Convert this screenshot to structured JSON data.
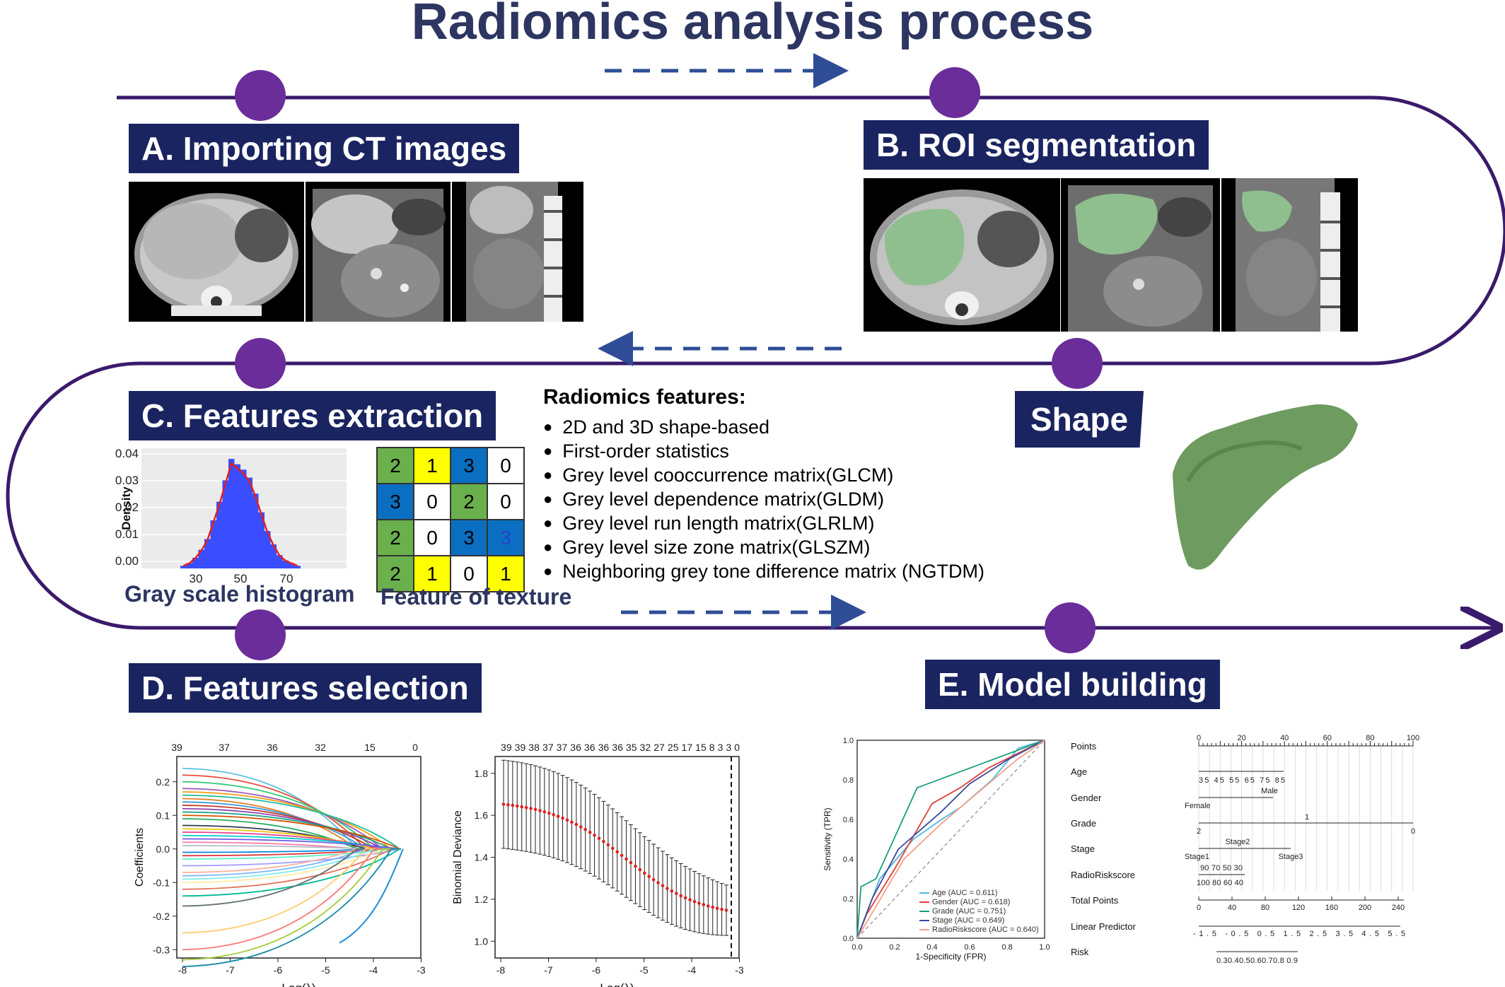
{
  "title": "Radiomics analysis process",
  "colors": {
    "navy": "#1a2460",
    "purple": "#6a2d9a",
    "line": "#3a1a6b",
    "arrow": "#2e4d96",
    "liver": "#8fbf8f",
    "liver3d": "#6e9b5f"
  },
  "steps": {
    "a": "A. Importing CT images",
    "b": "B. ROI segmentation",
    "c": "C. Features extraction",
    "d": "D. Features selection",
    "e": "E. Model building",
    "shape": "Shape"
  },
  "features": {
    "title": "Radiomics features:",
    "items": [
      "2D and 3D shape-based",
      "First-order statistics",
      "Grey level cooccurrence matrix(GLCM)",
      "Grey level dependence matrix(GLDM)",
      "Grey level run length matrix(GLRLM)",
      "Grey level size zone matrix(GLSZM)",
      "Neighboring grey tone difference matrix (NGTDM)"
    ]
  },
  "histogram": {
    "caption": "Gray scale histogram",
    "ylabel": "Density",
    "yticks": [
      "0.04",
      "0.03",
      "0.02",
      "0.01",
      "0.00"
    ],
    "xticks": [
      "30",
      "50",
      "70"
    ],
    "bar_color": "#3a4dff",
    "curve_color": "#e02020",
    "bins": [
      0.001,
      0.002,
      0.004,
      0.007,
      0.011,
      0.018,
      0.025,
      0.033,
      0.041,
      0.039,
      0.037,
      0.034,
      0.028,
      0.021,
      0.014,
      0.009,
      0.005,
      0.003,
      0.002,
      0.001
    ]
  },
  "texture": {
    "caption": "Feature of texture",
    "cells": [
      [
        "2",
        "1",
        "3",
        "0"
      ],
      [
        "3",
        "0",
        "2",
        "0"
      ],
      [
        "2",
        "0",
        "3",
        "3"
      ],
      [
        "2",
        "1",
        "0",
        "1"
      ]
    ],
    "fills": [
      [
        "#6ab04c",
        "#ffff00",
        "#0a6fc0",
        "#ffffff"
      ],
      [
        "#0a6fc0",
        "#ffffff",
        "#6ab04c",
        "#ffffff"
      ],
      [
        "#6ab04c",
        "#ffffff",
        "#0a6fc0",
        "#0a6fc0"
      ],
      [
        "#6ab04c",
        "#ffff00",
        "#ffffff",
        "#ffff00"
      ]
    ]
  },
  "lasso_coef": {
    "ylabel": "Coefficients",
    "xlabel": "Log(λ)",
    "top_ticks": [
      "39",
      "37",
      "36",
      "32",
      "15",
      "0"
    ],
    "yticks": [
      "0.2",
      "0.1",
      "0.0",
      "-0.1",
      "-0.2",
      "-0.3"
    ],
    "xticks": [
      "-8",
      "-7",
      "-6",
      "-5",
      "-4",
      "-3"
    ]
  },
  "lasso_cv": {
    "ylabel": "Binomial Deviance",
    "xlabel": "Log(λ)",
    "top_ticks": "39 39 38 37 37 36 36 36 36 35 32 27 25 17 15  8  3  3  0",
    "yticks": [
      "1.8",
      "1.6",
      "1.4",
      "1.2",
      "1.0"
    ],
    "xticks": [
      "-8",
      "-7",
      "-6",
      "-5",
      "-4",
      "-3"
    ]
  },
  "roc": {
    "ylabel": "Sensitivity (TPR)",
    "xlabel": "1-Specificity (FPR)",
    "ticks": [
      "0.0",
      "0.2",
      "0.4",
      "0.6",
      "0.8",
      "1.0"
    ],
    "legend": [
      {
        "label": "Age (AUC = 0.611)",
        "color": "#4fb8d9"
      },
      {
        "label": "Gender (AUC = 0.618)",
        "color": "#e0413a"
      },
      {
        "label": "Grade (AUC = 0.751)",
        "color": "#1a9e80"
      },
      {
        "label": "Stage (AUC = 0.649)",
        "color": "#3b4a9c"
      },
      {
        "label": "RadioRiskscore (AUC = 0.640)",
        "color": "#f2a08a"
      }
    ]
  },
  "nomogram": {
    "rows": [
      "Points",
      "Age",
      "Gender",
      "Grade",
      "Stage",
      "RadioRiskscore",
      "Total Points",
      "Linear Predictor",
      "Risk"
    ],
    "points_ticks": [
      "0",
      "20",
      "40",
      "60",
      "80",
      "100"
    ],
    "age_ticks": "35  45  55  65  75  85",
    "gender": [
      "Male",
      "Female"
    ],
    "grade": [
      "1",
      "2",
      "0"
    ],
    "stage": [
      "Stage2",
      "Stage1",
      "Stage3"
    ],
    "radio_top": "90  70  50  30",
    "radio_bottom": "100 80  60  40",
    "total_ticks": [
      "0",
      "40",
      "80",
      "120",
      "160",
      "200",
      "240"
    ],
    "lp_ticks": "-1.5  -0.5   0.5   1.5   2.5   3.5   4.5   5.5",
    "risk_ticks": "0.30.40.50.60.70.8     0.9"
  }
}
